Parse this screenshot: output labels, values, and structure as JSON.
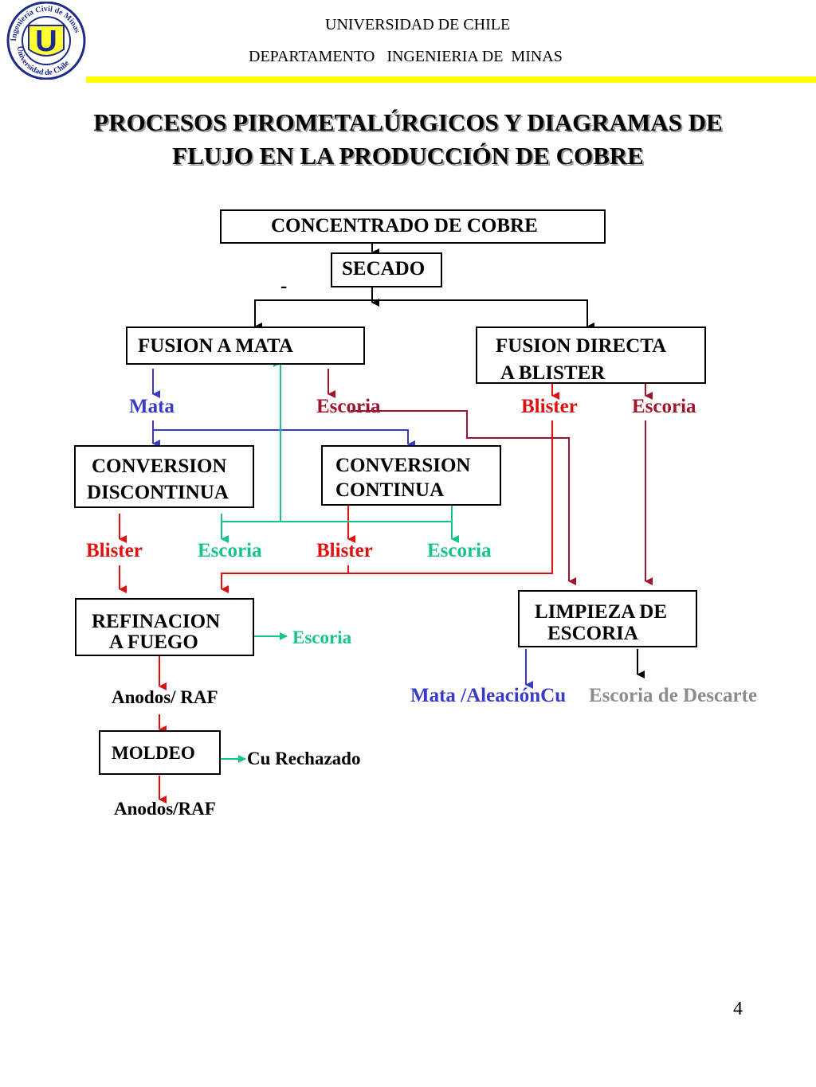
{
  "header": {
    "university": "UNIVERSIDAD DE CHILE",
    "department": "DEPARTAMENTO   INGENIERIA DE  MINAS",
    "logo_text_top": "Ingeniería Civil de Minas",
    "logo_text_bottom": "Universidad de Chile",
    "logo_letter": "U"
  },
  "title": {
    "line1": "PROCESOS PIROMETALÚRGICOS Y DIAGRAMAS DE",
    "line2": "FLUJO EN LA PRODUCCIÓN DE COBRE"
  },
  "boxes": {
    "concentrado": "CONCENTRADO DE COBRE",
    "secado": "SECADO",
    "fusion_mata": "FUSION A MATA",
    "fusion_directa_1": "FUSION DIRECTA",
    "fusion_directa_2": "A BLISTER",
    "conv_disc_1": "CONVERSION",
    "conv_disc_2": "DISCONTINUA",
    "conv_cont_1": "CONVERSION",
    "conv_cont_2": "CONTINUA",
    "refinacion_1": "REFINACION",
    "refinacion_2": "A FUEGO",
    "limpieza_1": "LIMPIEZA DE",
    "limpieza_2": "ESCORIA",
    "moldeo": "MOLDEO"
  },
  "labels": {
    "dash": "-",
    "mata": "Mata",
    "escoria_fm": "Escoria",
    "blister_fd": "Blister",
    "escoria_fd": "Escoria",
    "blister_cd": "Blister",
    "escoria_cd": "Escoria",
    "blister_cc": "Blister",
    "escoria_cc": "Escoria",
    "escoria_ref": "Escoria",
    "anodos_raf_1": "Anodos/ RAF",
    "cu_rechazado": "Cu Rechazado",
    "anodos_raf_2": "Anodos/RAF",
    "mata_aleacion": "Mata /AleaciónCu",
    "escoria_descarte": "Escoria de Descarte"
  },
  "page_number": "4",
  "colors": {
    "blue": "#3a3ac8",
    "red": "#e01010",
    "darkred": "#a0142c",
    "green": "#14c48c",
    "gray": "#8c8c8c",
    "yellow": "#ffff00"
  }
}
